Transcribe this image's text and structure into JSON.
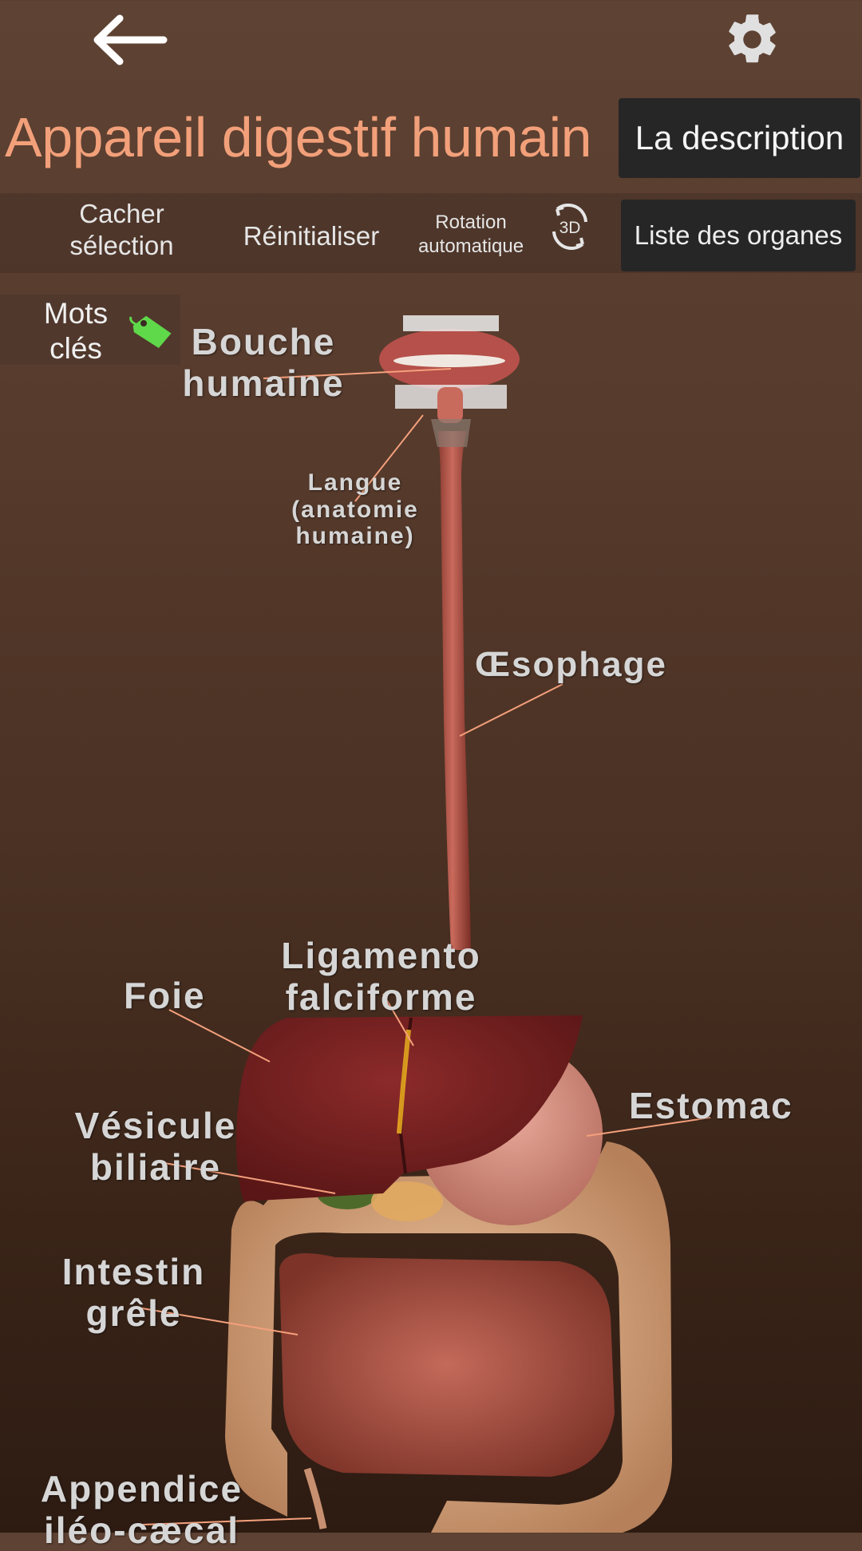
{
  "header": {
    "title": "Appareil digestif humain",
    "description_button": "La description"
  },
  "toolbar": {
    "hide_selection": "Cacher sélection",
    "reset": "Réinitialiser",
    "auto_rotation": "Rotation automatique",
    "rotation_icon_text": "3D",
    "organ_list_button": "Liste des organes"
  },
  "keywords": {
    "label": "Mots clés"
  },
  "labels": {
    "mouth": "Bouche humaine",
    "tongue": "Langue (anatomie humaine)",
    "esophagus": "Œsophage",
    "falciform": "Ligamento falciforme",
    "liver": "Foie",
    "stomach": "Estomac",
    "gallbladder": "Vésicule biliaire",
    "small_intestine": "Intestin grêle",
    "appendix": "Appendice iléo-cæcal"
  },
  "icons": {
    "back": "arrow-left-icon",
    "settings": "gear-icon",
    "rotate3d": "rotate-3d-icon",
    "keywords": "tag-icon"
  },
  "colors": {
    "title": "#f2a07a",
    "button_bg": "#262626",
    "tag_green": "#5fd94a",
    "leader_line": "#f4a07c"
  }
}
